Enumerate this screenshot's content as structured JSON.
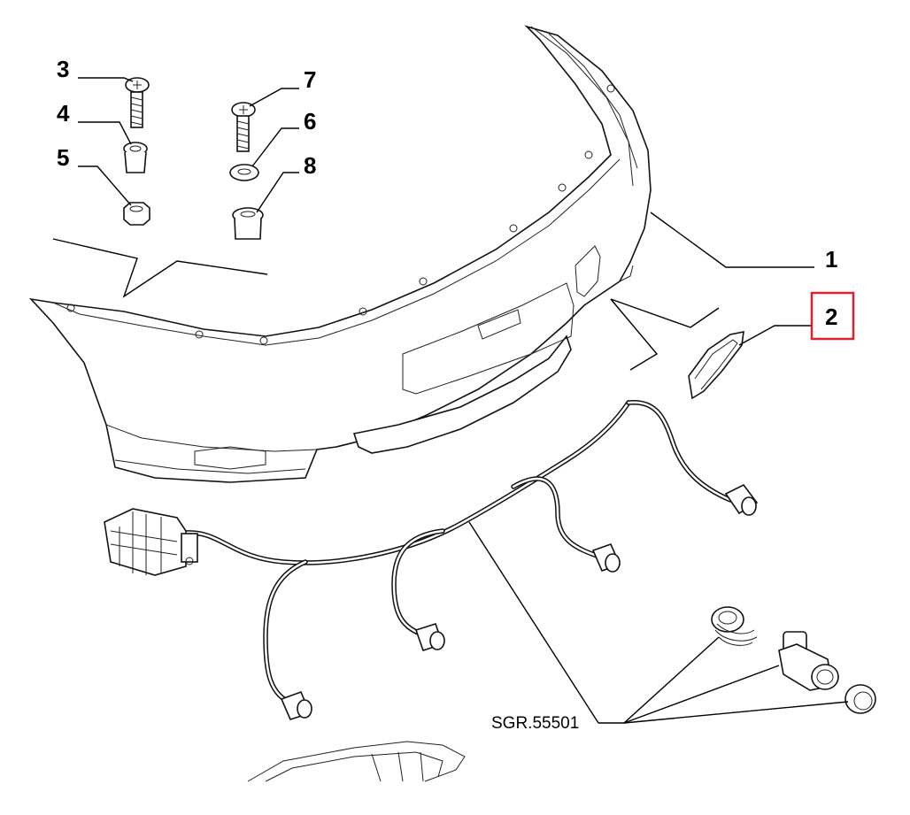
{
  "labels": {
    "bumper": "1",
    "reflector": "2",
    "screw_a": "3",
    "bushing_a": "4",
    "nut": "5",
    "washer": "6",
    "screw_b": "7",
    "bushing_b": "8"
  },
  "drawing_code": "SGR.55501",
  "highlight": {
    "label": "2",
    "color": "#d9232e"
  }
}
